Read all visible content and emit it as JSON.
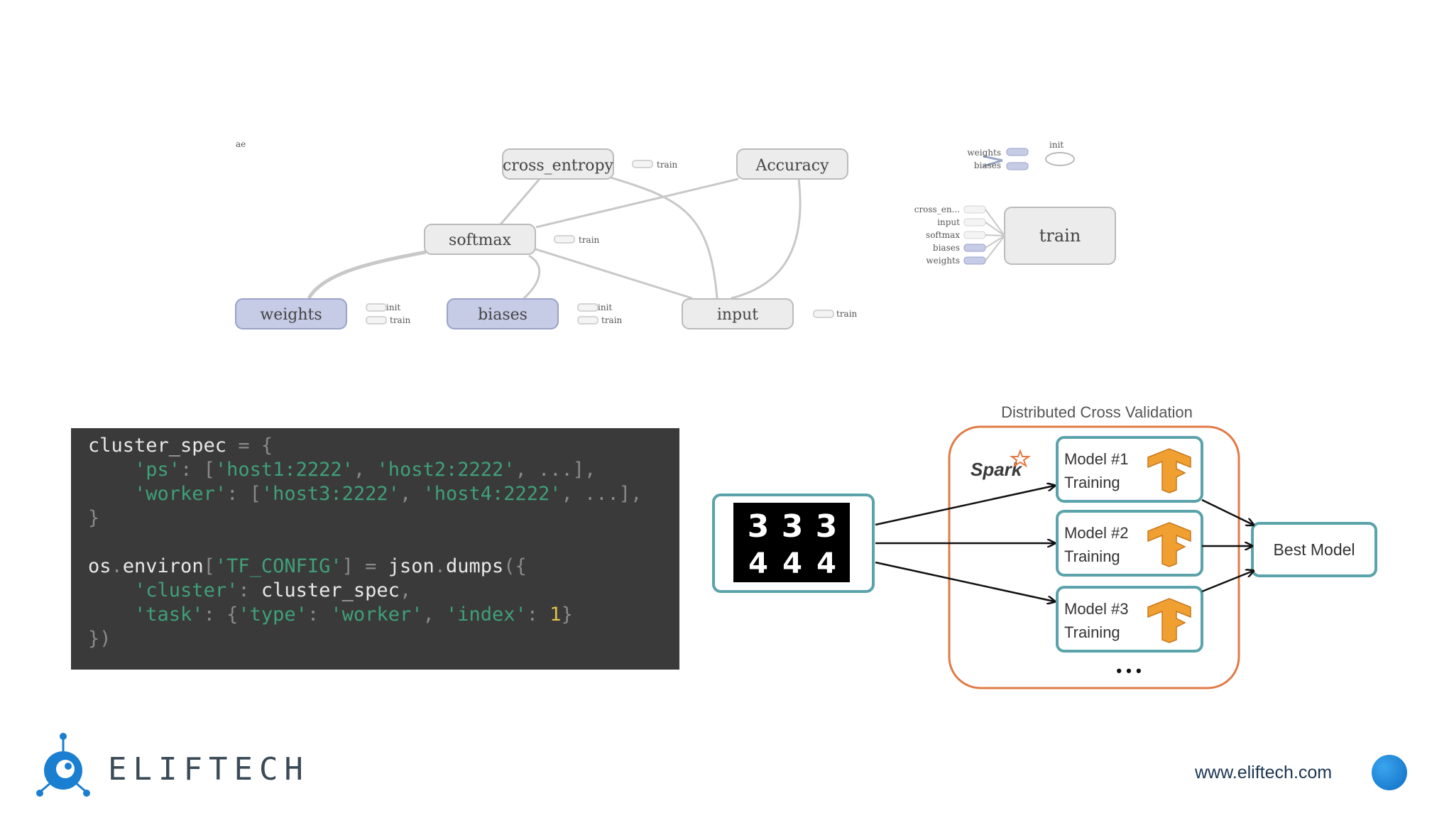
{
  "graph": {
    "stub_label": "ae",
    "nodes": {
      "cross_entropy": "cross_entropy",
      "accuracy": "Accuracy",
      "softmax": "softmax",
      "weights": "weights",
      "biases": "biases",
      "input": "input",
      "train": "train"
    },
    "edge_labels": {
      "train": "train",
      "init": "init"
    },
    "train_inputs": [
      "cross_en...",
      "input",
      "softmax",
      "biases",
      "weights"
    ],
    "init_inputs": [
      "weights",
      "biases"
    ]
  },
  "code": {
    "lines": [
      [
        {
          "t": "cluster_spec ",
          "c": ""
        },
        {
          "t": "= {",
          "c": "d"
        }
      ],
      [
        {
          "t": "    ",
          "c": ""
        },
        {
          "t": "'ps'",
          "c": "s"
        },
        {
          "t": ": [",
          "c": "d"
        },
        {
          "t": "'host1:2222'",
          "c": "s"
        },
        {
          "t": ", ",
          "c": "d"
        },
        {
          "t": "'host2:2222'",
          "c": "s"
        },
        {
          "t": ", ...],",
          "c": "d"
        }
      ],
      [
        {
          "t": "    ",
          "c": ""
        },
        {
          "t": "'worker'",
          "c": "s"
        },
        {
          "t": ": [",
          "c": "d"
        },
        {
          "t": "'host3:2222'",
          "c": "s"
        },
        {
          "t": ", ",
          "c": "d"
        },
        {
          "t": "'host4:2222'",
          "c": "s"
        },
        {
          "t": ", ...],",
          "c": "d"
        }
      ],
      [
        {
          "t": "}",
          "c": "d"
        }
      ],
      [
        {
          "t": "",
          "c": ""
        }
      ],
      [
        {
          "t": "os",
          "c": ""
        },
        {
          "t": ".",
          "c": "d"
        },
        {
          "t": "environ",
          "c": ""
        },
        {
          "t": "[",
          "c": "d"
        },
        {
          "t": "'TF_CONFIG'",
          "c": "s"
        },
        {
          "t": "] = ",
          "c": "d"
        },
        {
          "t": "json",
          "c": ""
        },
        {
          "t": ".",
          "c": "d"
        },
        {
          "t": "dumps",
          "c": ""
        },
        {
          "t": "({",
          "c": "d"
        }
      ],
      [
        {
          "t": "    ",
          "c": ""
        },
        {
          "t": "'cluster'",
          "c": "s"
        },
        {
          "t": ": ",
          "c": "d"
        },
        {
          "t": "cluster_spec",
          "c": ""
        },
        {
          "t": ",",
          "c": "d"
        }
      ],
      [
        {
          "t": "    ",
          "c": ""
        },
        {
          "t": "'task'",
          "c": "s"
        },
        {
          "t": ": {",
          "c": "d"
        },
        {
          "t": "'type'",
          "c": "s"
        },
        {
          "t": ": ",
          "c": "d"
        },
        {
          "t": "'worker'",
          "c": "s"
        },
        {
          "t": ", ",
          "c": "d"
        },
        {
          "t": "'index'",
          "c": "s"
        },
        {
          "t": ": ",
          "c": "d"
        },
        {
          "t": "1",
          "c": "y"
        },
        {
          "t": "}",
          "c": "d"
        }
      ],
      [
        {
          "t": "})",
          "c": "d"
        }
      ]
    ]
  },
  "cv": {
    "title": "Distributed Cross Validation",
    "spark": "Spark",
    "digits": [
      "3",
      "3",
      "3",
      "4",
      "4",
      "4"
    ],
    "models": [
      {
        "line1": "Model #1",
        "line2": "Training"
      },
      {
        "line1": "Model #2",
        "line2": "Training"
      },
      {
        "line1": "Model #3",
        "line2": "Training"
      }
    ],
    "ellipsis": "• • •",
    "best": "Best Model"
  },
  "footer": {
    "brand": "ELIFTECH",
    "url": "www.eliftech.com"
  },
  "colors": {
    "graph_node_fill": "#ececec",
    "graph_var_fill": "#c6cbe6",
    "teal": "#5aa3aa",
    "orange": "#e07b45",
    "tf_orange": "#f0a030",
    "code_bg": "#3a3a3a",
    "brand_text": "#3b4a57",
    "logo_blue": "#1a7fd0"
  }
}
